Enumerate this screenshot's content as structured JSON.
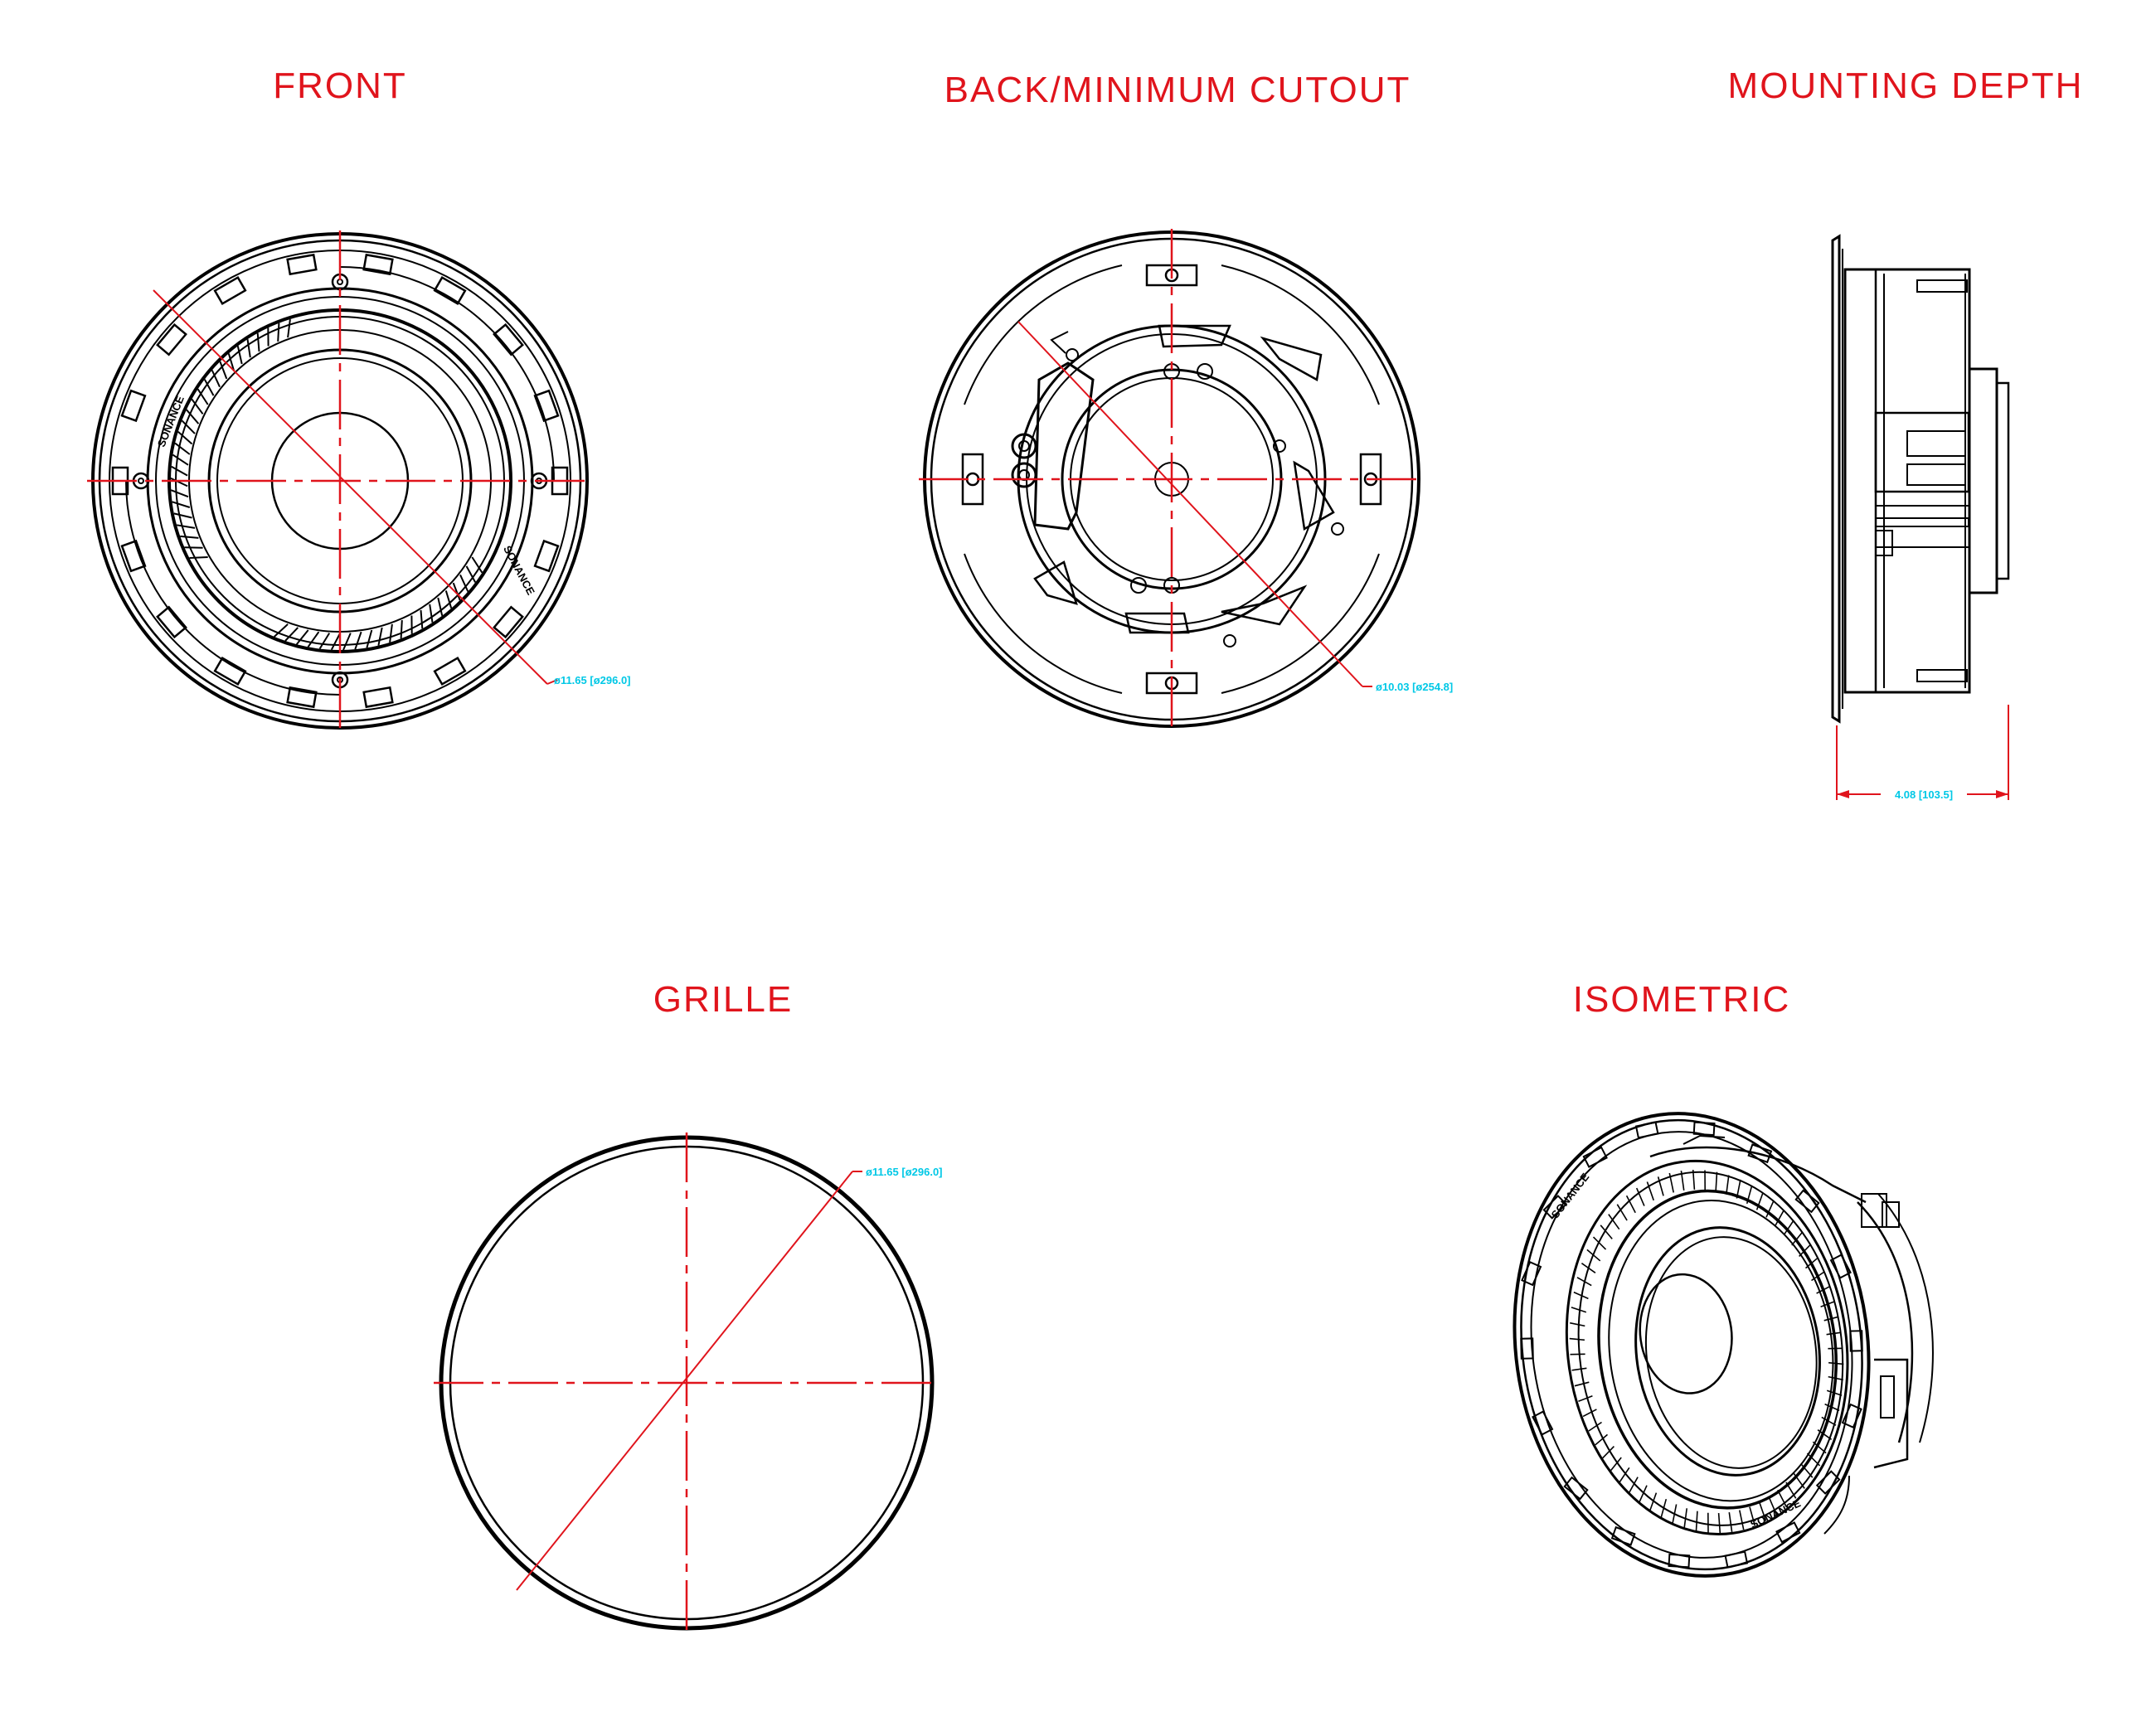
{
  "views": {
    "front": {
      "title": "FRONT",
      "dimension": "ø11.65 [ø296.0]",
      "brand": "SONANCE"
    },
    "back": {
      "title": "BACK/MINIMUM CUTOUT",
      "dimension": "ø10.03 [ø254.8]"
    },
    "mounting_depth": {
      "title": "MOUNTING DEPTH",
      "dimension": "4.08 [103.5]"
    },
    "grille": {
      "title": "GRILLE",
      "dimension": "ø11.65 [ø296.0]"
    },
    "isometric": {
      "title": "ISOMETRIC",
      "brand": "SONANCE"
    }
  },
  "colors": {
    "title": "#e0141c",
    "centerline": "#e0141c",
    "dimension": "#00c8e6",
    "linework": "#000000"
  }
}
